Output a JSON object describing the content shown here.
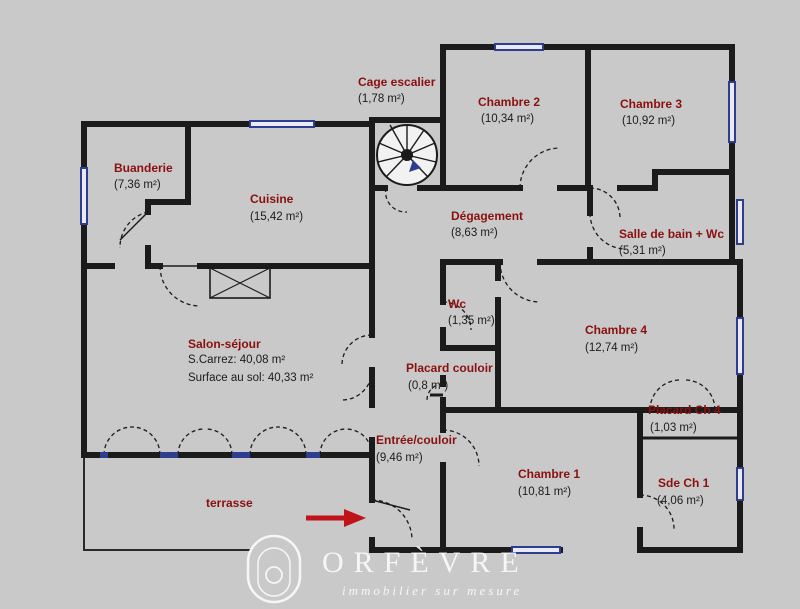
{
  "rooms": {
    "cage_escalier": {
      "name": "Cage escalier",
      "area": "(1,78 m²)"
    },
    "chambre_2": {
      "name": "Chambre 2",
      "area": "(10,34 m²)"
    },
    "chambre_3": {
      "name": "Chambre 3",
      "area": "(10,92 m²)"
    },
    "buanderie": {
      "name": "Buanderie",
      "area": "(7,36 m²)"
    },
    "cuisine": {
      "name": "Cuisine",
      "area": "(15,42 m²)"
    },
    "degagement": {
      "name": "Dégagement",
      "area": "(8,63 m²)"
    },
    "salle_de_bain": {
      "name": "Salle de bain + Wc",
      "area": "(5,31 m²)"
    },
    "wc": {
      "name": "Wc",
      "area": "(1,35 m²)"
    },
    "chambre_4": {
      "name": "Chambre 4",
      "area": "(12,74 m²)"
    },
    "salon": {
      "name": "Salon-séjour",
      "carrez": "S.Carrez: 40,08 m²",
      "sol": "Surface au sol: 40,33 m²"
    },
    "placard_couloir": {
      "name": "Placard couloir",
      "area": "(0,8 m²)"
    },
    "placard_ch4": {
      "name": "Placard Ch 4",
      "area": "(1,03 m²)"
    },
    "entree": {
      "name": "Entrée/couloir",
      "area": "(9,46 m²)"
    },
    "chambre_1": {
      "name": "Chambre 1",
      "area": "(10,81 m²)"
    },
    "sde_ch1": {
      "name": "Sde Ch 1",
      "area": "(4,06 m²)"
    },
    "terrasse": {
      "name": "terrasse"
    }
  },
  "logo": {
    "word": "ORFÈVRE",
    "tagline": "immobilier sur mesure"
  },
  "colors": {
    "wall": "#1b1b1b",
    "room_label": "#8a1010",
    "entrance_arrow": "#c0141a",
    "window": "#2f3d8f"
  }
}
